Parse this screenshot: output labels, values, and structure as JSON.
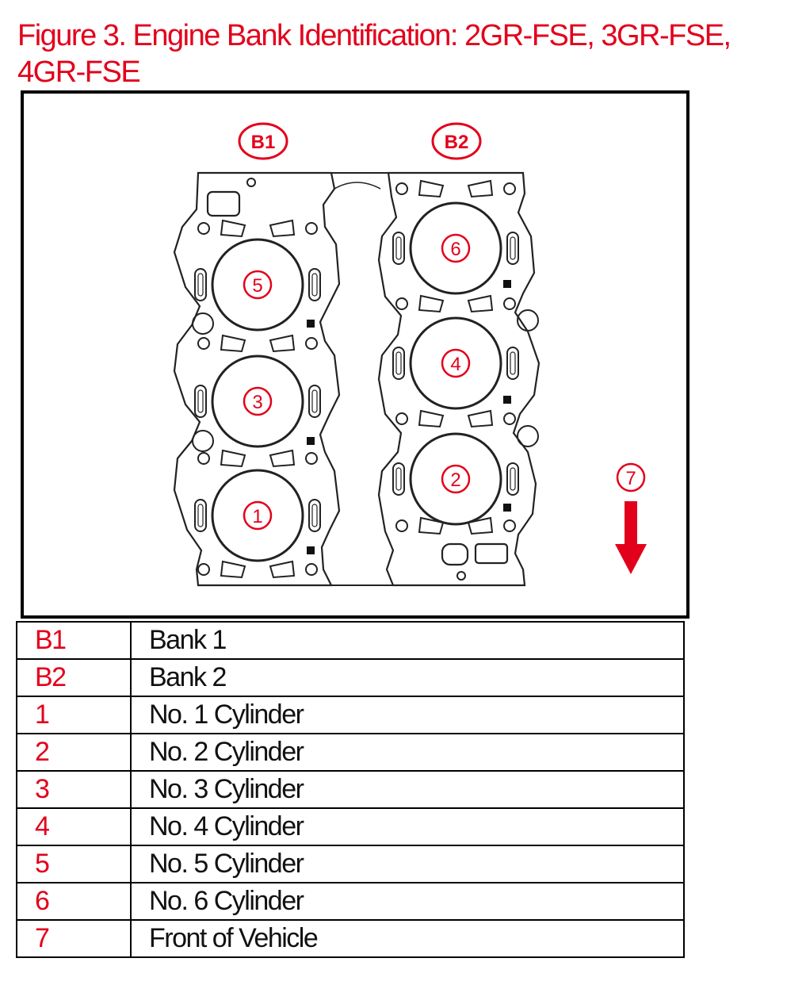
{
  "figure_title": "Figure 3. Engine Bank Identification: 2GR-FSE, 3GR-FSE, 4GR-FSE",
  "diagram": {
    "bank_labels": [
      "B1",
      "B2"
    ],
    "cylinders_bank1": [
      "5",
      "3",
      "1"
    ],
    "cylinders_bank2": [
      "6",
      "4",
      "2"
    ],
    "front_marker": "7",
    "colors": {
      "accent": "#e3001b",
      "line": "#222222"
    }
  },
  "legend": [
    {
      "code": "B1",
      "description": "Bank 1"
    },
    {
      "code": "B2",
      "description": "Bank 2"
    },
    {
      "code": "1",
      "description": "No. 1 Cylinder"
    },
    {
      "code": "2",
      "description": "No. 2 Cylinder"
    },
    {
      "code": "3",
      "description": "No. 3 Cylinder"
    },
    {
      "code": "4",
      "description": "No. 4 Cylinder"
    },
    {
      "code": "5",
      "description": "No. 5 Cylinder"
    },
    {
      "code": "6",
      "description": "No. 6 Cylinder"
    },
    {
      "code": "7",
      "description": "Front of Vehicle"
    }
  ]
}
